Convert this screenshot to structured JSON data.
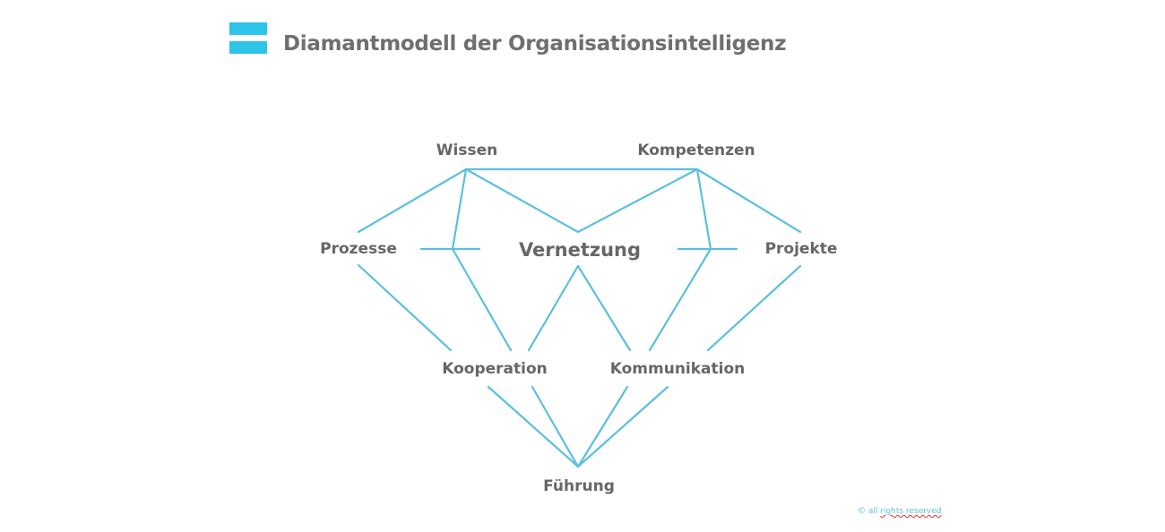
{
  "title": "Diamantmodell der Organisationsintelligenz",
  "colors": {
    "accent": "#2ec4ea",
    "line": "#5bbfe0",
    "text": "#666666"
  },
  "nodes": {
    "wissen": "Wissen",
    "kompetenzen": "Kompetenzen",
    "prozesse": "Prozesse",
    "vernetzung": "Vernetzung",
    "projekte": "Projekte",
    "kooperation": "Kooperation",
    "kommunikation": "Kommunikation",
    "fuehrung": "Führung"
  },
  "footer": {
    "copyright_symbol": "© all",
    "rights": "rights reserved"
  }
}
